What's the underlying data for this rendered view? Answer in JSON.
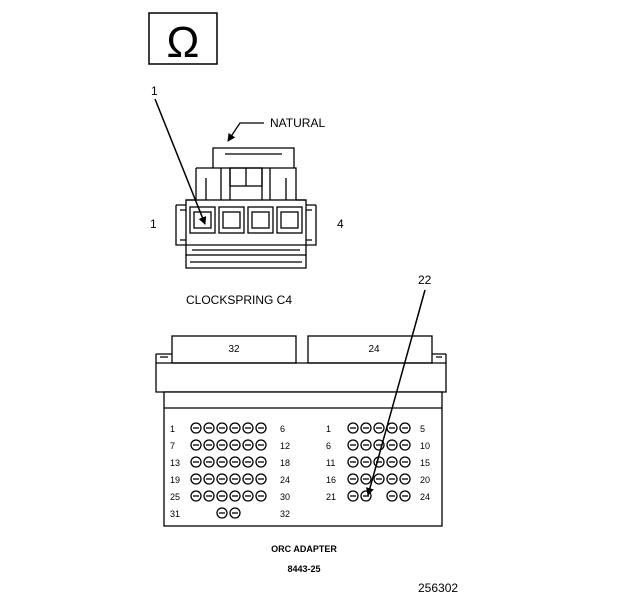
{
  "symbol": {
    "icon": "ohm-icon",
    "glyph": "Ω"
  },
  "connector": {
    "callout_number": "1",
    "pin_left": "1",
    "pin_right": "4",
    "color_label": "NATURAL",
    "title": "CLOCKSPRING C4"
  },
  "adapter": {
    "tab_left": "32",
    "tab_right": "24",
    "callout_number": "22",
    "left_block": {
      "rows": [
        {
          "start": "1",
          "end": "6",
          "pins": 6
        },
        {
          "start": "7",
          "end": "12",
          "pins": 6
        },
        {
          "start": "13",
          "end": "18",
          "pins": 6
        },
        {
          "start": "19",
          "end": "24",
          "pins": 6
        },
        {
          "start": "25",
          "end": "30",
          "pins": 6
        },
        {
          "start": "31",
          "end": "32",
          "pins": 2
        }
      ]
    },
    "right_block": {
      "rows": [
        {
          "start": "1",
          "end": "5",
          "pins": 5
        },
        {
          "start": "6",
          "end": "10",
          "pins": 5
        },
        {
          "start": "11",
          "end": "15",
          "pins": 5
        },
        {
          "start": "16",
          "end": "20",
          "pins": 5
        },
        {
          "start": "21",
          "end": "24",
          "pins": 4
        }
      ]
    },
    "name": "ORC ADAPTER",
    "part_number": "8443-25"
  },
  "figure_id": "256302"
}
